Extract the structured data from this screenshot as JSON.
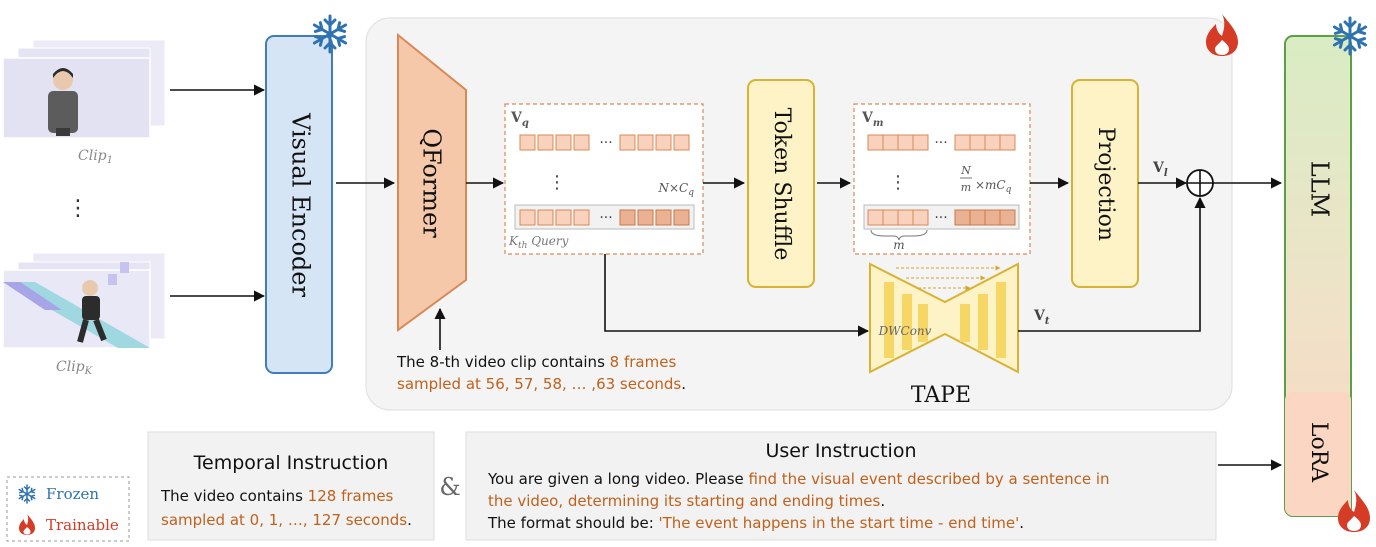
{
  "clips": {
    "first_label_base": "Clip",
    "first_label_sub": "1",
    "last_label_base": "Clip",
    "last_label_sub": "K",
    "ellipsis": "⋮"
  },
  "visual_encoder": {
    "label": "Visual Encoder",
    "state": "frozen"
  },
  "qformer": {
    "label": "QFormer",
    "state": "trainable"
  },
  "vq_panel": {
    "label_base": "V",
    "label_sub": "q",
    "dims_base": "N×C",
    "dims_sub": "q",
    "kth_base": "K",
    "kth_sub": "th",
    "kth_suffix": " Query",
    "dots": "···",
    "vdots": "⋮"
  },
  "token_shuffle": {
    "label": "Token Shuffle"
  },
  "vm_panel": {
    "label_base": "V",
    "label_sub": "m",
    "frac_num": "N",
    "frac_den": "m",
    "dims_base": "×mC",
    "dims_sub": "q",
    "group_label": "m",
    "dots": "···",
    "vdots": "⋮"
  },
  "projection": {
    "label": "Projection"
  },
  "vl_label": {
    "base": "V",
    "sub": "l"
  },
  "vt_label": {
    "base": "V",
    "sub": "t"
  },
  "sum_symbol": "⊕",
  "tape": {
    "title": "TAPE",
    "inner_label": "DWConv"
  },
  "clip_note": {
    "line1_plain": "The 8-th video clip contains ",
    "line1_highlight": "8 frames",
    "line2_highlight": "sampled at 56, 57, 58, … ,63 seconds",
    "line2_tail": "."
  },
  "llm": {
    "label": "LLM",
    "lora_label": "LoRA",
    "state": "frozen"
  },
  "temporal_instruction": {
    "title": "Temporal Instruction",
    "line1_plain": "The video contains ",
    "line1_highlight": "128 frames",
    "line2_highlight": "sampled at 0, 1, …, 127 seconds",
    "line2_tail": "."
  },
  "ampersand": "&",
  "user_instruction": {
    "title": "User Instruction",
    "line1_plain": "You are given a long video. Please ",
    "line1_highlight": "find the visual event described by a sentence in",
    "line2_highlight": "the video, determining its starting and ending times",
    "line2_tail": ".",
    "line3_plain": "The format should be: ",
    "line3_highlight": "'The event happens in the start time - end time'",
    "line3_tail": "."
  },
  "legend": {
    "frozen": "Frozen",
    "trainable": "Trainable"
  },
  "colors": {
    "highlight": "#c0611c",
    "frozen_icon": "#2f72b0",
    "fire": "#d63b25",
    "encoder_fill": "#d6e5f6",
    "encoder_stroke": "#3f7dbb",
    "qformer_fill": "#f6c8aa",
    "qformer_stroke": "#d98958",
    "yellow_fill": "#fdf3c7",
    "yellow_stroke": "#d8b233",
    "token_fill": "#f8d2bc",
    "token_dark": "#eab293",
    "llm_green": "#d9ecc4",
    "llm_orange": "#fad6c3",
    "llm_stroke": "#5aa044"
  }
}
